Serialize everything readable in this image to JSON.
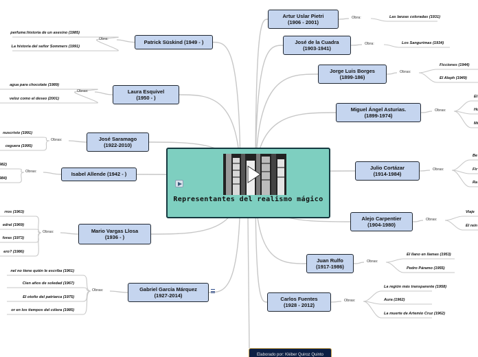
{
  "center": {
    "title": "Representantes del realismo mágico",
    "image_alt": "black-and-white-building-photo",
    "play_icon": "play-icon"
  },
  "footer": {
    "text": "Elaborado por: Kléber Quiroz Quinto"
  },
  "colors": {
    "node_fill": "#c5d5ef",
    "node_border": "#1f2630",
    "center_fill": "#7ecfc0",
    "connector": "#c7c7c7"
  },
  "authors": {
    "suskind": {
      "name": "Patrick Süskind (1949 - )",
      "label": "Obra:",
      "works": [
        "perfume:historia de un asesino (1985)",
        "La historia del señor Sommers (1991)"
      ]
    },
    "esquivel": {
      "name": "Laura Esquivel\n(1950 - )",
      "label": "Obras:",
      "works": [
        "agua para chocolate (1989)",
        "veloz como el deseo (2001)"
      ]
    },
    "saramago": {
      "name": "José Saramago\n(1922-2010)",
      "label": "Obras:",
      "works": [
        "nuscristo (1991)",
        "ceguera (1995)"
      ]
    },
    "allende": {
      "name": "Isabel Allende (1942 - )",
      "label": "Obras:",
      "works": [
        "982)",
        "984)"
      ]
    },
    "vargas": {
      "name": "Mario Vargas Llosa\n(1936 - )",
      "label": "Obras:",
      "works": [
        "rros (1963)",
        "edral (1969)",
        "foras (1973)",
        "ero? (1986)"
      ]
    },
    "garcia": {
      "name": "Gabriel García Márquez\n(1927-2014)",
      "label": "Obras:",
      "works": [
        "nel no tiene quién le escriba (1961)",
        "Cien años de soledad (1967)",
        "El otoño del patriarca (1975)",
        "or en los tiempos del cólera (1985)"
      ]
    },
    "uslar": {
      "name": "Artur Uslar Pietri\n(1906 - 2001)",
      "label": "Obra:",
      "works": [
        "Las lanzas coloradas (1931)"
      ]
    },
    "cuadra": {
      "name": "José de la Cuadra\n(1903-1941)",
      "label": "Obra:",
      "works": [
        "Los Sangurimas (1934)"
      ]
    },
    "borges": {
      "name": "Jorge Luis Borges\n(1899-186)",
      "label": "Obras:",
      "works": [
        "Ficciones (1944)",
        "El Aleph (1949)"
      ]
    },
    "asturias": {
      "name": "Miguel Ángel Asturias.\n(1899-1974)",
      "label": "Obras:",
      "works": [
        "El",
        "Hc",
        "Mu"
      ]
    },
    "cortazar": {
      "name": "Julio Cortázar\n(1914-1984)",
      "label": "Obras:",
      "works": [
        "Be",
        "Fir",
        "Ra"
      ]
    },
    "carpentier": {
      "name": "Alejo Carpentier\n(1904-1980)",
      "label": "Obras:",
      "works": [
        "Viaje",
        "El rein"
      ]
    },
    "rulfo": {
      "name": "Juan Rulfo\n(1917-1986)",
      "label": "Obras:",
      "works": [
        "El llano en llamas (1953)",
        "Pedro Páramo (1955)"
      ]
    },
    "fuentes": {
      "name": "Carlos Fuentes\n(1928 - 2012)",
      "label": "Obras:",
      "works": [
        "La región más transparente (1958)",
        "Aura (1962)",
        "La muerte de Artemio Cruz (1962)"
      ]
    }
  }
}
